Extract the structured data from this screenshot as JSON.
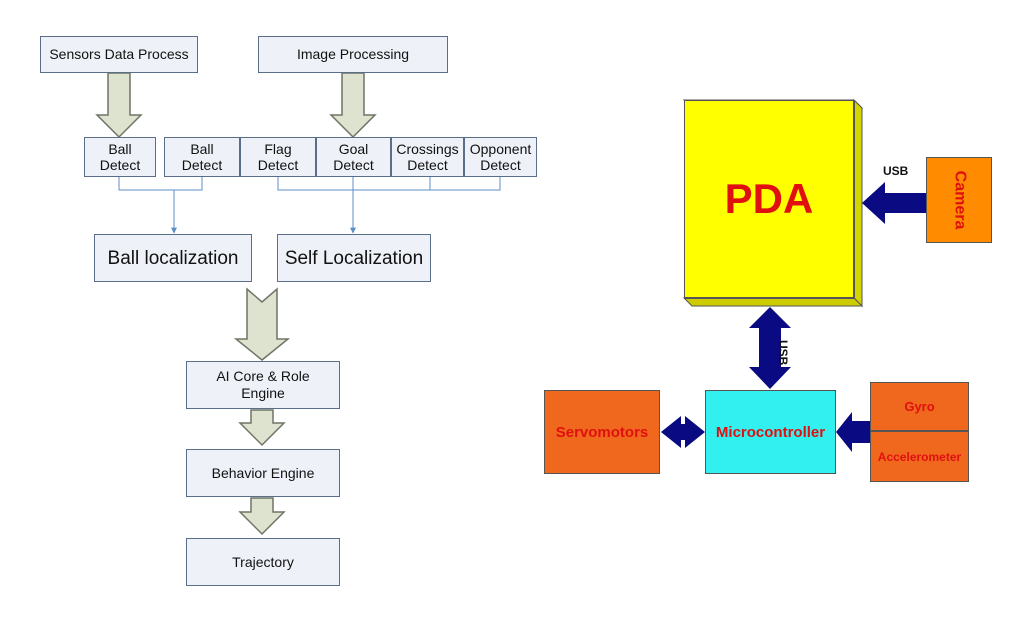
{
  "flowchart": {
    "sensors_data_process": "Sensors Data Process",
    "image_processing": "Image Processing",
    "detect_left_ball": "Ball\nDetect",
    "detect_ball": "Ball\nDetect",
    "detect_flag": "Flag\nDetect",
    "detect_goal": "Goal\nDetect",
    "detect_crossings": "Crossings\nDetect",
    "detect_opponent": "Opponent\nDetect",
    "ball_localization": "Ball localization",
    "self_localization": "Self Localization",
    "ai_core": "AI Core & Role Engine",
    "behavior_engine": "Behavior Engine",
    "trajectory": "Trajectory"
  },
  "hardware": {
    "pda": "PDA",
    "camera": "Camera",
    "servomotors": "Servomotors",
    "microcontroller": "Microcontroller",
    "gyro": "Gyro",
    "accelerometer": "Accelerometer",
    "usb_camera": "USB",
    "usb_micro": "USB"
  },
  "colors": {
    "flow_fill": "#eef2f8",
    "flow_arrow": "#dde3cf",
    "connector": "#5b8fc8",
    "pda": "#ffff00",
    "camera": "#ff8c00",
    "servo": "#f0681e",
    "micro": "#33f0f0",
    "sensor": "#f0681e",
    "bus_arrow": "#0a0a82",
    "hw_text": "#e01010"
  }
}
